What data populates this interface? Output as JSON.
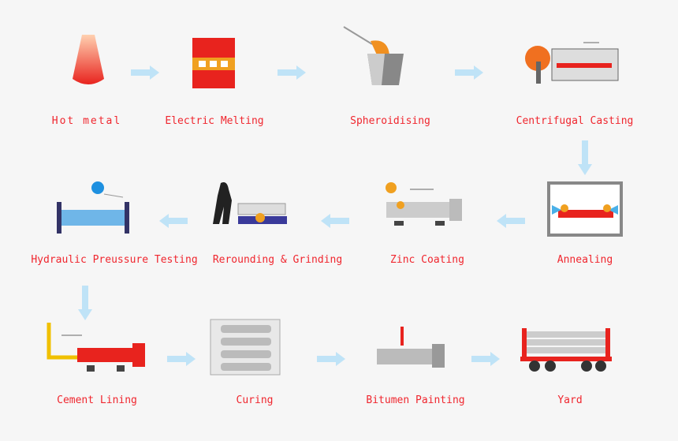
{
  "title": "Ductile iron pipe production process",
  "steps": [
    {
      "id": "hot-metal",
      "label": "Hot metal"
    },
    {
      "id": "electric-melting",
      "label": "Electric Melting"
    },
    {
      "id": "spheroidising",
      "label": "Spheroidising"
    },
    {
      "id": "centrifugal-casting",
      "label": "Centrifugal Casting"
    },
    {
      "id": "annealing",
      "label": "Annealing"
    },
    {
      "id": "zinc-coating",
      "label": "Zinc Coating"
    },
    {
      "id": "rerounding-grinding",
      "label": "Rerounding & Grinding"
    },
    {
      "id": "hydraulic-testing",
      "label": "Hydraulic Preussure Testing"
    },
    {
      "id": "cement-lining",
      "label": "Cement Lining"
    },
    {
      "id": "curing",
      "label": "Curing"
    },
    {
      "id": "bitumen-painting",
      "label": "Bitumen Painting"
    },
    {
      "id": "yard",
      "label": "Yard"
    }
  ],
  "colors": {
    "label": "#f0262e",
    "arrow": "#bfe3f7",
    "metal": "#e8e8e8",
    "red": "#e8231e"
  }
}
